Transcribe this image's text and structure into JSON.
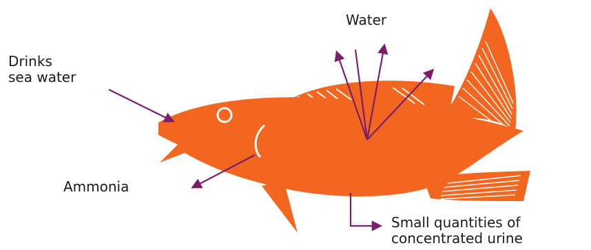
{
  "labels": {
    "water": "Water",
    "drinks_line1": "Drinks",
    "drinks_line2": "sea water",
    "ammonia": "Ammonia",
    "urine_line1": "Small quantities of",
    "urine_line2": "concentrated urine"
  },
  "colors": {
    "fish_body": "#f2661f",
    "arrow": "#7a1e6c",
    "fin_stripes": "#ffffff",
    "text": "#1a1a1a"
  }
}
